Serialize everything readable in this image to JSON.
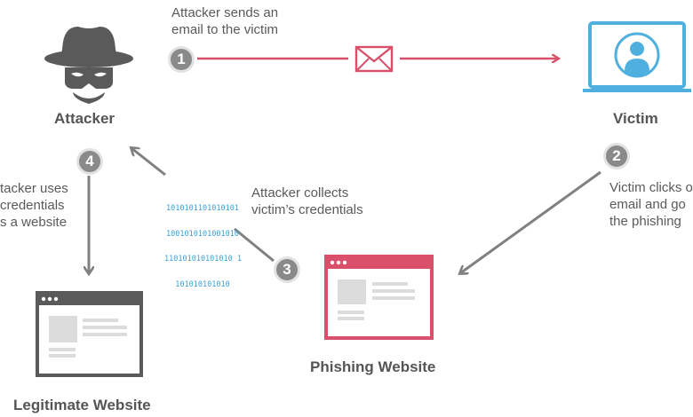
{
  "nodes": {
    "attacker": "Attacker",
    "victim": "Victim",
    "phishing_site": "Phishing Website",
    "legit_site": "Legitimate Website"
  },
  "steps": [
    {
      "number": "1",
      "text_lines": [
        "Attacker sends an",
        "email to the victim"
      ]
    },
    {
      "number": "2",
      "text_lines": [
        "Victim clicks o",
        "email and go",
        "the phishing"
      ]
    },
    {
      "number": "3",
      "text_lines": [
        "Attacker collects",
        "victim’s credentials"
      ]
    },
    {
      "number": "4",
      "text_lines": [
        "tacker uses",
        "credentials",
        "s a website"
      ]
    }
  ],
  "binary_lines": [
    "1010101101010101",
    "1001010101001010",
    "110101010101010 1",
    "101010101010"
  ],
  "icons": {
    "attacker": "spy-hat-icon",
    "victim": "laptop-user-icon",
    "email": "envelope-icon",
    "phishing": "browser-window-icon",
    "legit": "browser-window-icon"
  },
  "colors": {
    "red": "#d9506a",
    "blue": "#4fb0e0",
    "gray_arrow": "#808080",
    "badge": "#8a8a8a",
    "text": "#555555"
  }
}
